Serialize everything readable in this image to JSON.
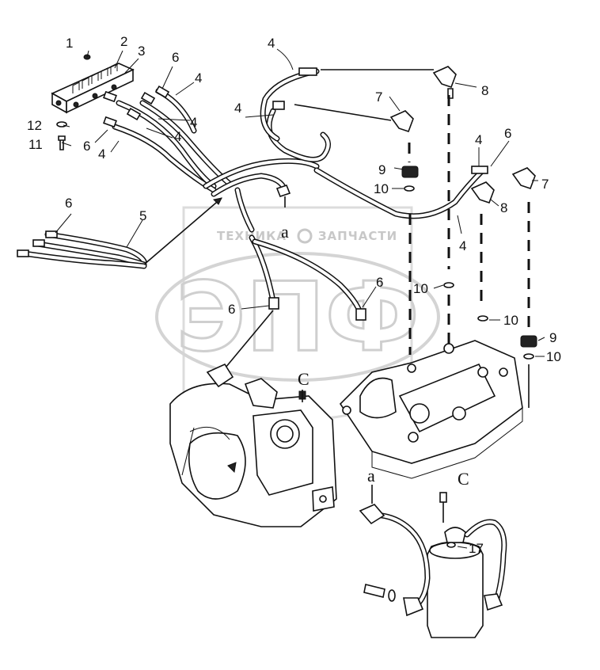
{
  "watermark": {
    "big_text": "ЭПФ",
    "brand_left": "ТЕХНИКА",
    "brand_right": "ЗАПЧАСТИ"
  },
  "callouts": [
    {
      "id": "c1",
      "text": "1"
    },
    {
      "id": "c2",
      "text": "2"
    },
    {
      "id": "c3",
      "text": "3"
    },
    {
      "id": "c4a",
      "text": "4"
    },
    {
      "id": "c4b",
      "text": "4"
    },
    {
      "id": "c4c",
      "text": "4"
    },
    {
      "id": "c4d",
      "text": "4"
    },
    {
      "id": "c4e",
      "text": "4"
    },
    {
      "id": "c4f",
      "text": "4"
    },
    {
      "id": "c4g",
      "text": "4"
    },
    {
      "id": "c4h",
      "text": "4"
    },
    {
      "id": "c5",
      "text": "5"
    },
    {
      "id": "c6a",
      "text": "6"
    },
    {
      "id": "c6b",
      "text": "6"
    },
    {
      "id": "c6c",
      "text": "6"
    },
    {
      "id": "c6d",
      "text": "6"
    },
    {
      "id": "c6e",
      "text": "6"
    },
    {
      "id": "c6f",
      "text": "6"
    },
    {
      "id": "c7a",
      "text": "7"
    },
    {
      "id": "c7b",
      "text": "7"
    },
    {
      "id": "c8a",
      "text": "8"
    },
    {
      "id": "c8b",
      "text": "8"
    },
    {
      "id": "c9a",
      "text": "9"
    },
    {
      "id": "c9b",
      "text": "9"
    },
    {
      "id": "c10a",
      "text": "10"
    },
    {
      "id": "c10b",
      "text": "10"
    },
    {
      "id": "c10c",
      "text": "10"
    },
    {
      "id": "c10d",
      "text": "10"
    },
    {
      "id": "c11",
      "text": "11"
    },
    {
      "id": "c12",
      "text": "12"
    },
    {
      "id": "c17",
      "text": "17"
    }
  ],
  "view_labels": {
    "a_upper": "a",
    "a_lower": "a",
    "c_upper": "C",
    "c_lower": "C"
  }
}
